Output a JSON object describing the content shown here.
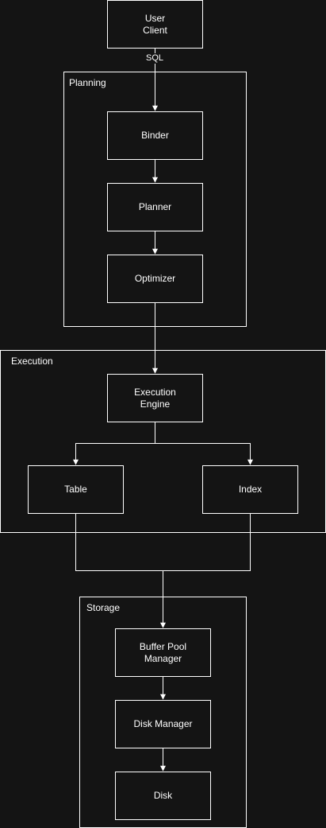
{
  "colors": {
    "background": "#141414",
    "stroke": "#ffffff",
    "text": "#ffffff"
  },
  "groups": {
    "planning": "Planning",
    "execution": "Execution",
    "storage": "Storage"
  },
  "nodes": {
    "user_client": "User\nClient",
    "binder": "Binder",
    "planner": "Planner",
    "optimizer": "Optimizer",
    "execution_engine": "Execution\nEngine",
    "table": "Table",
    "index": "Index",
    "buffer_pool_manager": "Buffer Pool\nManager",
    "disk_manager": "Disk Manager",
    "disk": "Disk"
  },
  "edges": {
    "client_to_binder_label": "SQL"
  }
}
